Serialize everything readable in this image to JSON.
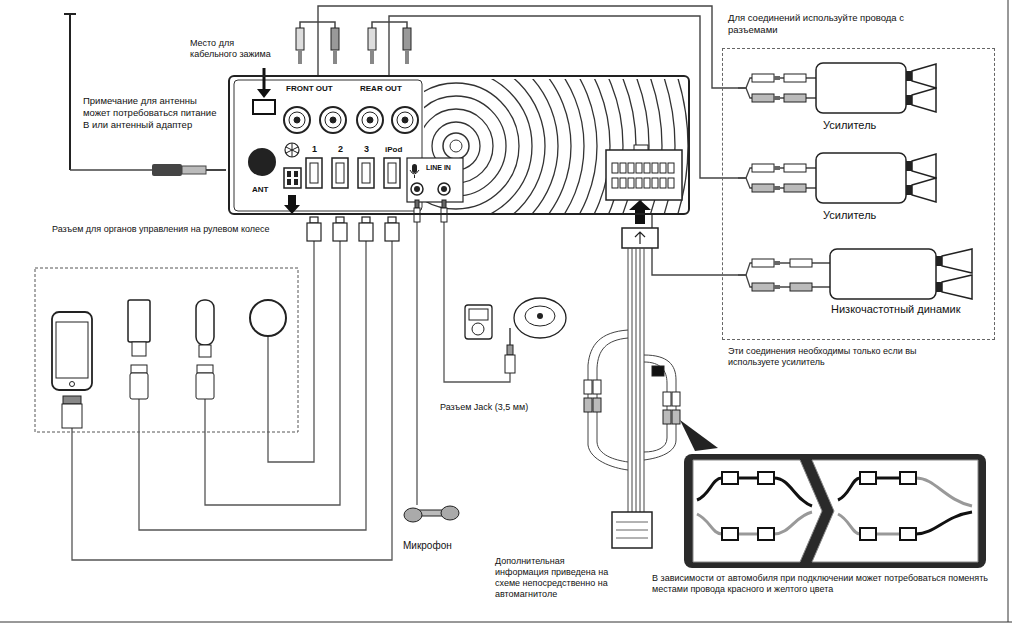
{
  "diagram": {
    "nodes": [
      {
        "text": [
          "FRONT OUT",
          "REAR OUT",
          "ANT",
          "1",
          "2",
          "3",
          "iPod",
          "LINE IN"
        ]
      },
      {
        "text": [
          "Для соединений используйте провода с разъемами",
          "Эти соединения необходимы только если вы используете усилитель"
        ]
      },
      {
        "text": [
          "Усилитель"
        ],
        "in": 1
      },
      {
        "text": [
          "Усилитель"
        ],
        "in": 1
      },
      {
        "text": [
          "Низкочастотный динамик"
        ],
        "in": 1
      }
    ],
    "edges": [
      {
        "from": 0,
        "to": 2,
        "arrow": "none"
      },
      {
        "from": 0,
        "to": 3,
        "arrow": "none"
      },
      {
        "from": 0,
        "to": 4,
        "arrow": "none"
      }
    ],
    "labels": [
      "Место для кабельного зажима",
      "Примечание для антенны может потребоваться питание В или антенный адаптер",
      "Разъем для органов управления на рулевом колесе",
      "Разъем Jack (3,5 мм)",
      "Микрофон",
      "Дополнительная информация приведена на схеме непосредственно на автомагнитоле",
      "В зависимости от автомобиля при подключении может потребоваться поменять местами провода красного и желтого цвета"
    ]
  }
}
